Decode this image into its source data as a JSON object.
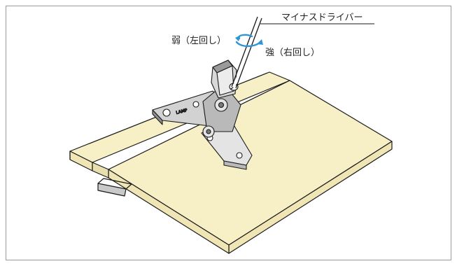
{
  "labels": {
    "screwdriver": "マイナスドライバー",
    "weak": "弱（左回し）",
    "strong": "強（右回し）"
  },
  "colors": {
    "panel": "#f7efc6",
    "panel_edge": "#e6d9a0",
    "stroke": "#1a1a1a",
    "metal_dark": "#7a7a7a",
    "metal_mid": "#b9b9b9",
    "metal_light": "#e4e4e4",
    "arrow": "#2f95d6",
    "frame": "#9a9a9a"
  },
  "icons": {
    "rotation": "rotation-arrow-icon",
    "hinge": "cabinet-hinge-icon",
    "tool": "flathead-screwdriver-icon"
  }
}
